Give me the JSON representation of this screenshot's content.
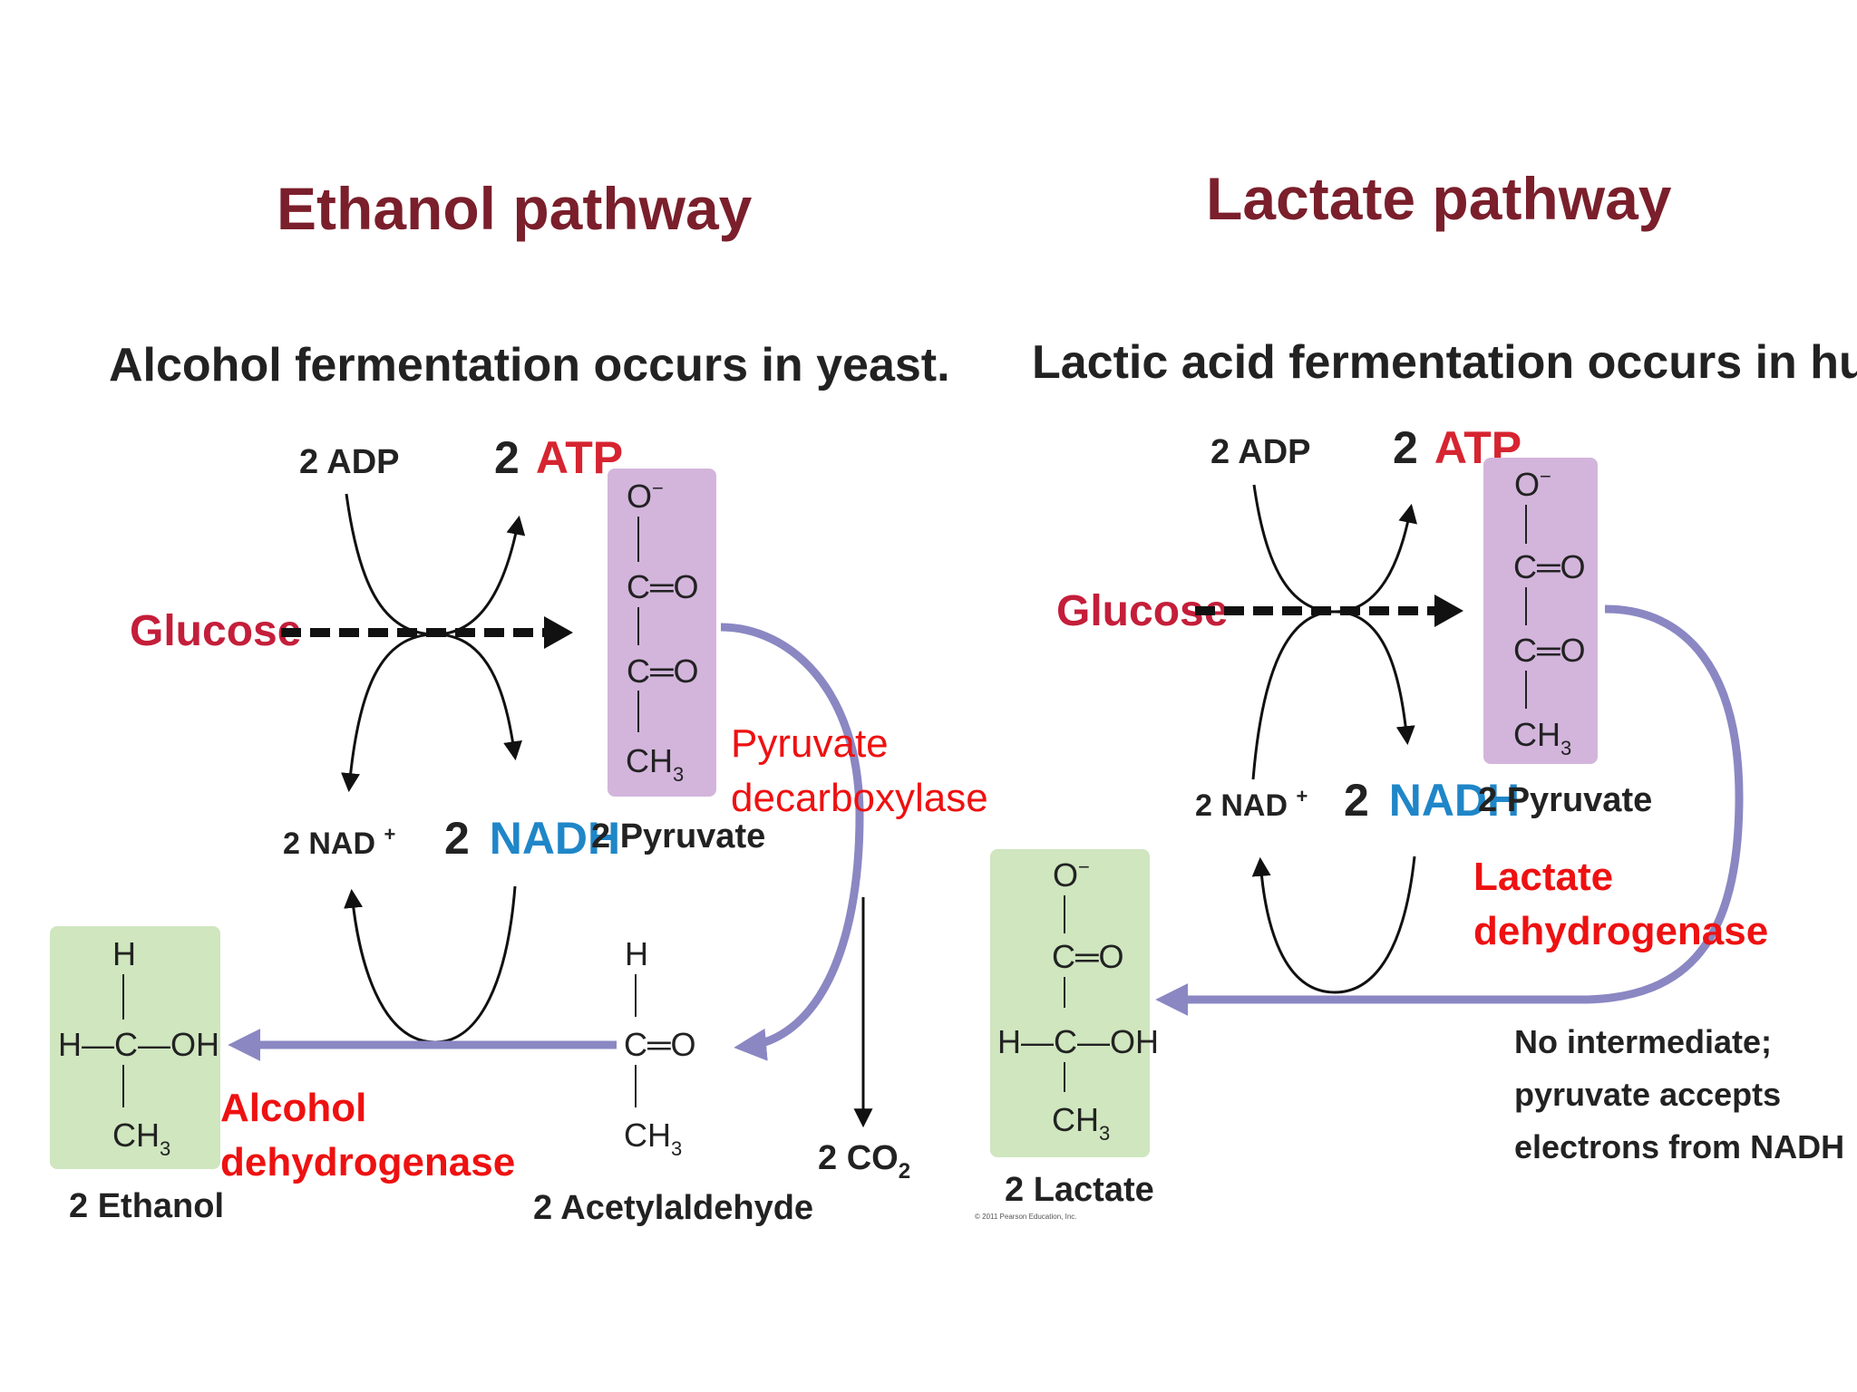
{
  "colors": {
    "title": "#7a1f2b",
    "atp": "#d62430",
    "nadh": "#1f86c8",
    "glucose": "#c41e3a",
    "enzyme": "#ee1111",
    "pyruvate_box": "#d3b5dc",
    "product_box": "#cfe6bf",
    "pathway_arrow": "#8a87c3"
  },
  "ethanol": {
    "title": "Ethanol pathway",
    "subtitle": "Alcohol fermentation occurs in yeast.",
    "adp": "2 ADP",
    "atp_num": "2",
    "atp": "ATP",
    "glucose": "Glucose",
    "nad": "2 NAD",
    "nad_sup": "+",
    "nadh_num": "2",
    "nadh": "NADH",
    "pyruvate_label": "2 Pyruvate",
    "pyruvate": {
      "o_minus": "O",
      "minus": "−",
      "c1": "C═O",
      "c2": "C═O",
      "ch3": "CH",
      "three": "3"
    },
    "enzyme1_line1": "Pyruvate",
    "enzyme1_line2": "decarboxylase",
    "co2": "2 CO",
    "co2_sub": "2",
    "acetaldehyde": {
      "h": "H",
      "c": "C═O",
      "ch3": "CH",
      "three": "3"
    },
    "acetaldehyde_label": "2 Acetylaldehyde",
    "enzyme2_line1": "Alcohol",
    "enzyme2_line2": "dehydrogenase",
    "ethanol_struct": {
      "h": "H",
      "row": "H—C—OH",
      "ch3": "CH",
      "three": "3"
    },
    "ethanol_label": "2 Ethanol"
  },
  "lactate": {
    "title": "Lactate pathway",
    "subtitle": "Lactic acid fermentation occurs in humans.",
    "adp": "2 ADP",
    "atp_num": "2",
    "atp": "ATP",
    "glucose": "Glucose",
    "nad": "2 NAD",
    "nad_sup": "+",
    "nadh_num": "2",
    "nadh": "NADH",
    "pyruvate_label": "2 Pyruvate",
    "pyruvate": {
      "o_minus": "O",
      "minus": "−",
      "c1": "C═O",
      "c2": "C═O",
      "ch3": "CH",
      "three": "3"
    },
    "enzyme_line1": "Lactate",
    "enzyme_line2": "dehydrogenase",
    "lactate_struct": {
      "o_minus": "O",
      "minus": "−",
      "c1": "C═O",
      "row": "H—C—OH",
      "ch3": "CH",
      "three": "3"
    },
    "lactate_label": "2 Lactate",
    "note_line1": "No intermediate;",
    "note_line2": "pyruvate accepts",
    "note_line3": "electrons from NADH",
    "copyright": "© 2011 Pearson Education, Inc."
  }
}
